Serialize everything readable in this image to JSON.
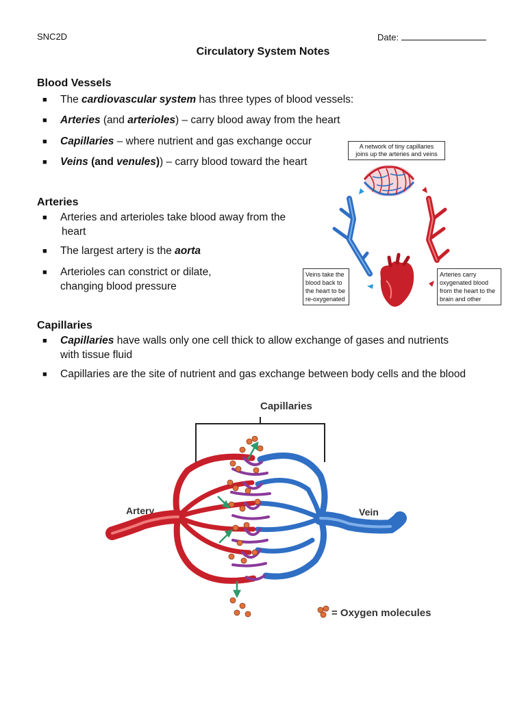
{
  "header": {
    "course": "SNC2D",
    "date_label": "Date:",
    "title": "Circulatory System Notes"
  },
  "blood_vessels": {
    "heading": "Blood Vessels",
    "items": [
      {
        "pre": "The ",
        "term": "cardiovascular system",
        "post": " has three types of blood vessels:"
      },
      {
        "term": "Arteries",
        "mid": " (and ",
        "term2": "arterioles",
        "post": ") – carry blood away from the heart"
      },
      {
        "term": "Capillaries",
        "post": " – where nutrient and gas exchange occur"
      },
      {
        "term": "Veins",
        "mid": " (and ",
        "term2": "venules",
        "post": ") – carry blood toward the heart"
      }
    ]
  },
  "arteries": {
    "heading": "Arteries",
    "items": [
      {
        "line1": "Arteries and arterioles take blood away from the",
        "line2": "heart"
      },
      {
        "pre": "The largest artery is the ",
        "term": "aorta"
      },
      {
        "line1": "Arterioles can constrict or dilate,",
        "line2": "changing blood pressure"
      }
    ]
  },
  "capillaries": {
    "heading": "Capillaries",
    "items": [
      {
        "term": "Capillaries",
        "post": " have walls only one cell thick to allow exchange of gases and nutrients",
        "line2": "with tissue fluid"
      },
      {
        "text": "Capillaries are the site of nutrient and gas exchange between body cells and the blood"
      }
    ]
  },
  "cycle_figure": {
    "top_callout": [
      "A network of tiny capillaries",
      "joins up the arteries and veins"
    ],
    "left_callout": [
      "Veins take the",
      "blood back to",
      "the heart to be",
      "re-oxygenated"
    ],
    "right_callout": [
      "Arteries carry",
      "oxygenated blood",
      "from the heart to the",
      "brain and other"
    ]
  },
  "capillary_figure": {
    "title": "Capillaries",
    "artery_label": "Artery",
    "vein_label": "Vein",
    "legend_label": "= Oxygen molecules"
  },
  "colors": {
    "artery_red": "#c8202a",
    "vein_blue": "#2f6fc4",
    "oxygen_orange": "#e0703a",
    "arrow_green": "#2e9a6a"
  }
}
